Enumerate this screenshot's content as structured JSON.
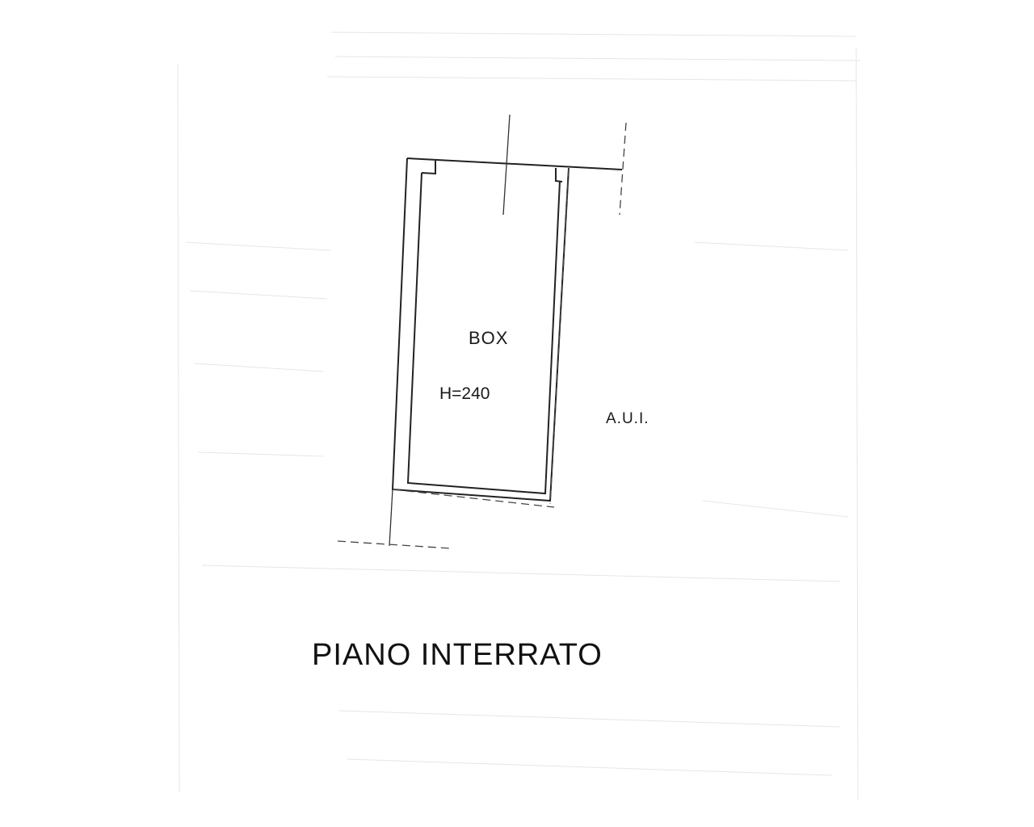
{
  "plan": {
    "room_name": "BOX",
    "room_height": "H=240",
    "adjacent_label": "A.U.I.",
    "floor_title": "PIANO INTERRATO"
  }
}
